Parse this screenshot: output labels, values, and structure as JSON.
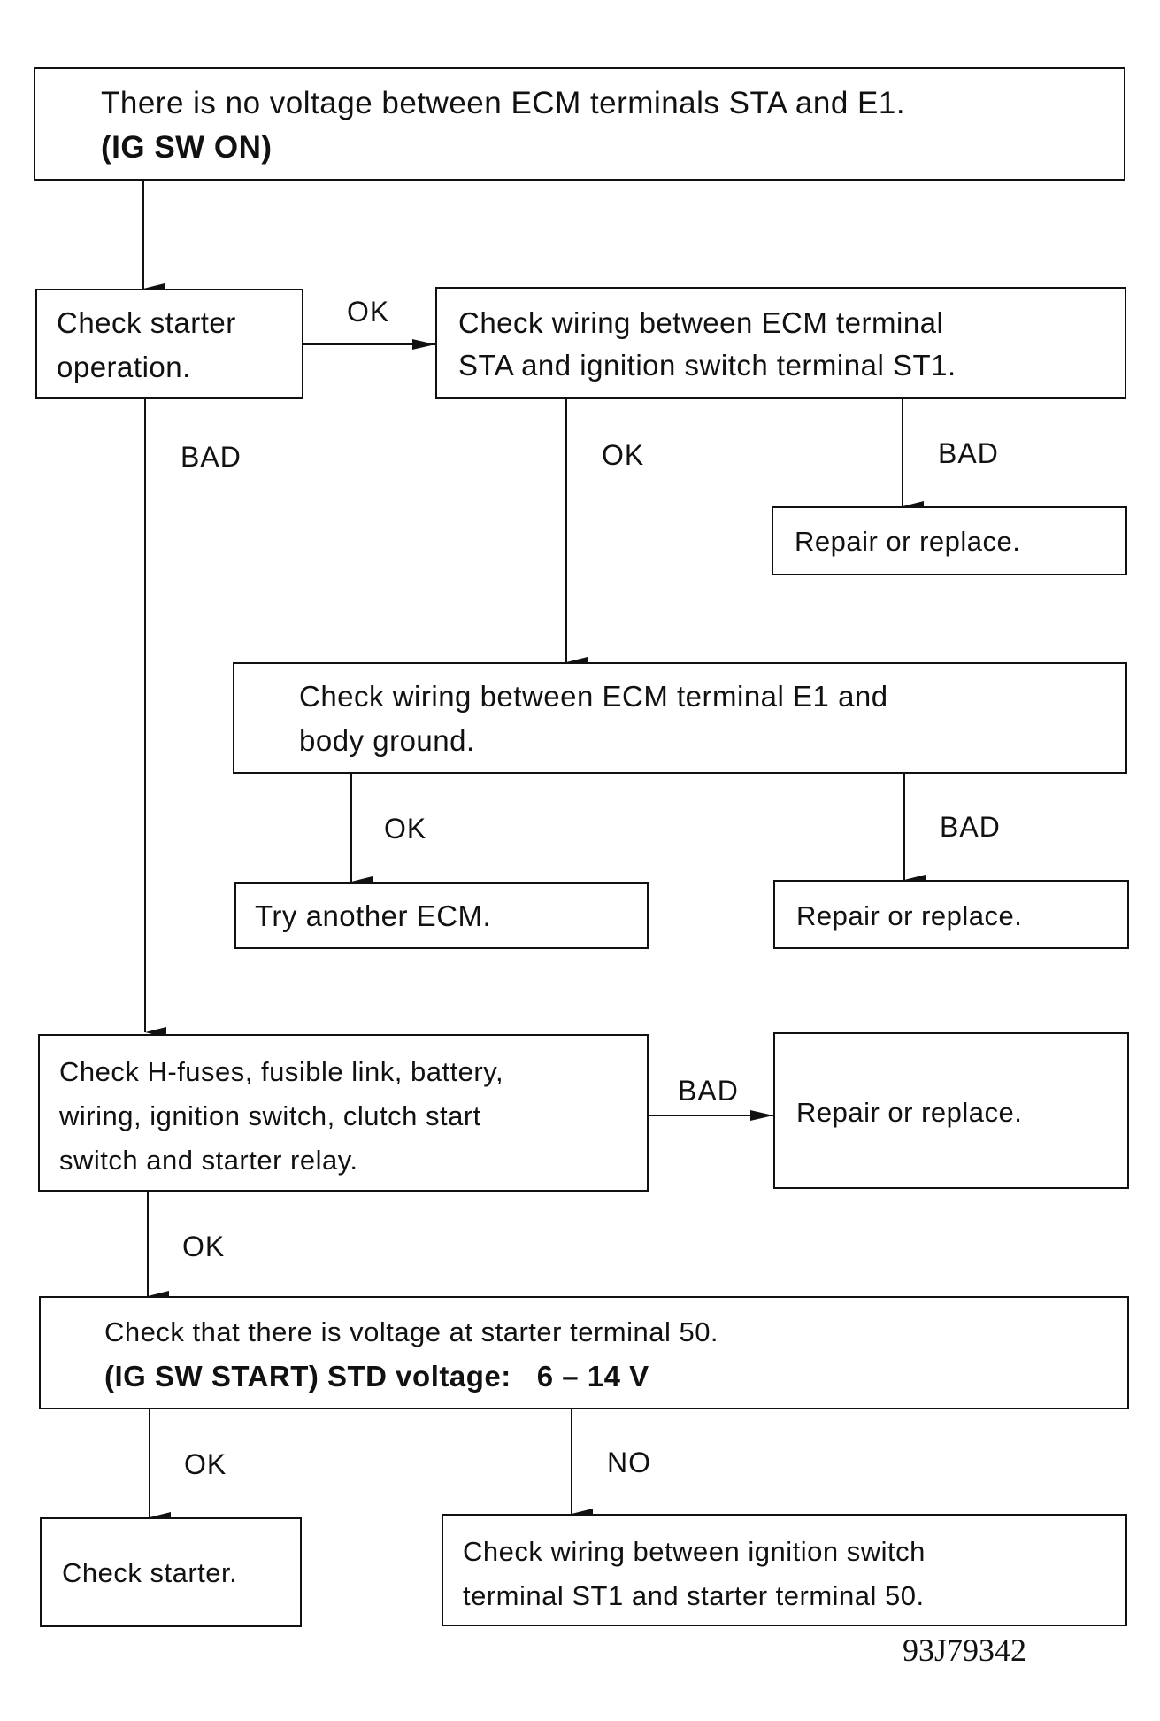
{
  "start": {
    "line1": "There is no voltage between ECM terminals STA and E1.",
    "line2": "(IG SW ON)"
  },
  "check_starter_operation": {
    "line1": "Check starter",
    "line2": "operation."
  },
  "check_sta_wiring": {
    "line1": "Check wiring between ECM terminal",
    "line2": "STA and ignition switch terminal ST1."
  },
  "repair_1": "Repair or replace.",
  "check_e1_wiring": {
    "line1": "Check wiring between ECM terminal E1 and",
    "line2": "body ground."
  },
  "try_another_ecm": "Try another ECM.",
  "repair_2": "Repair or replace.",
  "check_fuses": {
    "line1": "Check H-fuses, fusible link, battery,",
    "line2": "wiring, ignition switch, clutch start",
    "line3": "switch and starter relay."
  },
  "repair_3": "Repair or replace.",
  "check_voltage": {
    "line1": "Check that there is voltage at starter terminal 50.",
    "line2": "(IG SW START) STD voltage:   6 – 14 V"
  },
  "check_starter": "Check starter.",
  "check_st1_wiring": {
    "line1": "Check wiring between ignition switch",
    "line2": "terminal ST1 and starter terminal 50."
  },
  "labels": {
    "ok": "OK",
    "bad": "BAD",
    "no": "NO"
  },
  "figure_code": "93J79342"
}
